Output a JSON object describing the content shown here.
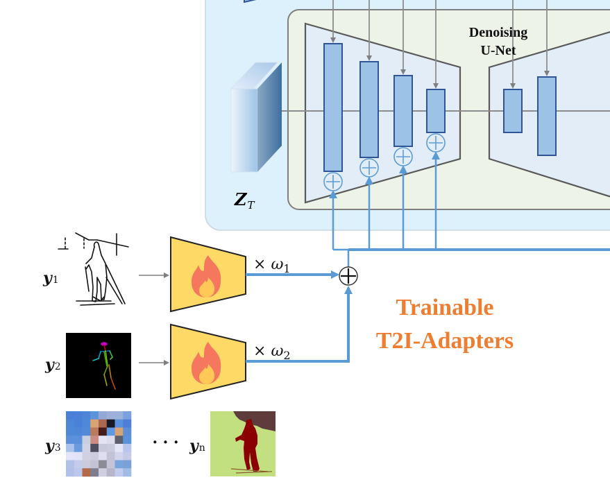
{
  "diagram": {
    "unet": {
      "title_line1": "Denoising",
      "title_line2": "U-Net"
    },
    "latent": {
      "label_main": "Z",
      "label_sub": "T"
    },
    "adapters": {
      "label_line1": "Trainable",
      "label_line2": "T2I-Adapters",
      "items": [
        {
          "weight_prefix": "× ",
          "weight_symbol": "ω",
          "weight_sub": "1"
        },
        {
          "weight_prefix": "× ",
          "weight_symbol": "ω",
          "weight_sub": "2"
        }
      ]
    },
    "conditions": [
      {
        "label_main": "y",
        "label_sub": "1",
        "kind": "sketch"
      },
      {
        "label_main": "y",
        "label_sub": "2",
        "kind": "pose keypoints"
      },
      {
        "label_main": "y",
        "label_sub": "3",
        "kind": "color palette"
      },
      {
        "label_main": "y",
        "label_sub": "n",
        "kind": "segmentation"
      }
    ],
    "ellipsis": "· · ·",
    "colors": {
      "outer_panel": "#dcf1fb",
      "unet_panel": "#eef3e8",
      "encoder_fill": "#e3edf7",
      "block_fill": "#9cc3e6",
      "block_stroke": "#2f5597",
      "feature_line": "#5b9bd5",
      "gray_line": "#7f7f7f",
      "adapter_fill": "#ffd966",
      "flame_outer": "#f4775e",
      "flame_inner": "#ffc857",
      "accent_orange": "#ed7d31",
      "seg_bg": "#c2e080",
      "seg_person": "#8b0000",
      "seg_tree": "#5e3c3c"
    },
    "palette_grid": [
      [
        "#4a7fd6",
        "#4b80d8",
        "#4d85d8",
        "#5d93d8",
        "#93a8d8",
        "#9eb0da",
        "#9cb0dc",
        "#7aa0de"
      ],
      [
        "#4f87d8",
        "#4b80d8",
        "#5088d8",
        "#d9a274",
        "#a96850",
        "#181a26",
        "#5a90de",
        "#4d7fd6"
      ],
      [
        "#5088d8",
        "#4f86d8",
        "#528ad8",
        "#b97a5e",
        "#451c18",
        "#5e97e2",
        "#d9a274",
        "#5d8fd8"
      ],
      [
        "#5c90dc",
        "#5a90dc",
        "#c9cfe0",
        "#cb8c84",
        "#e3e3f3",
        "#dcdcee",
        "#5e5e6e",
        "#5a92dc"
      ],
      [
        "#a9c2ee",
        "#6c9adf",
        "#d0d3e6",
        "#4e4e5e",
        "#c8c8da",
        "#cacade",
        "#e4e6f6",
        "#b8c5ec"
      ],
      [
        "#e2e5f7",
        "#e0e4f6",
        "#d0d0e2",
        "#ccccde",
        "#dedef0",
        "#c2c2d6",
        "#d2d4ec",
        "#c4cae6"
      ],
      [
        "#b2c2e6",
        "#c5cbeb",
        "#cbcbdb",
        "#c3c3d5",
        "#8c8c96",
        "#c4c4d6",
        "#7aa4dc",
        "#7aa1d8"
      ],
      [
        "#b0c0e8",
        "#bcc7ec",
        "#b36a4a",
        "#7e7e8e",
        "#cfcfdf",
        "#b6b6c8",
        "#c2ccec",
        "#a0bce6"
      ]
    ]
  }
}
